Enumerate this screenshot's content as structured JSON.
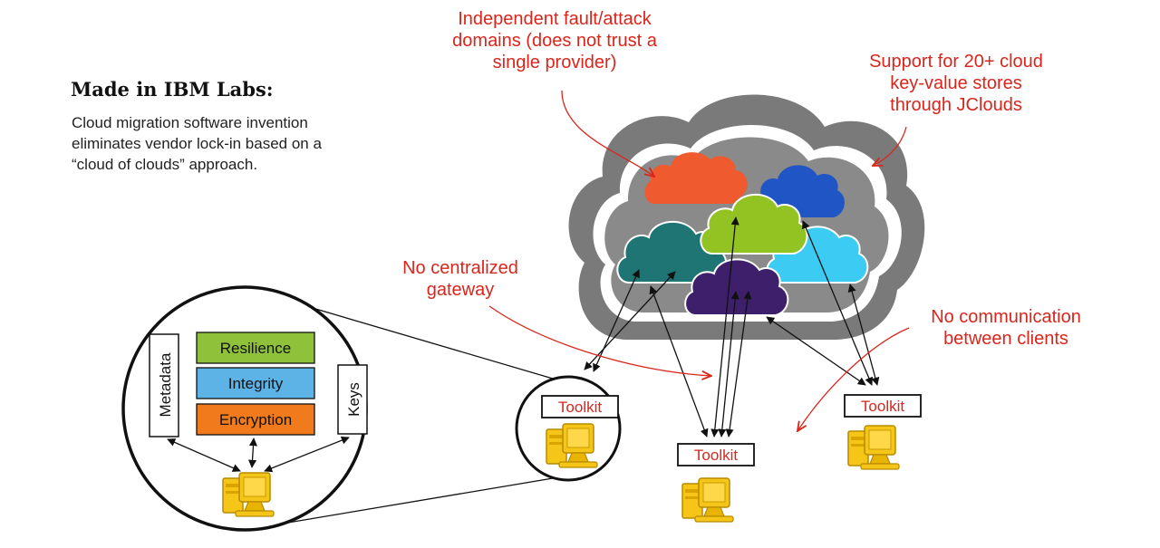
{
  "intro": {
    "heading": "Made in IBM Labs:",
    "lines": [
      "Cloud migration software invention",
      "eliminates vendor lock-in based on a",
      "“cloud of clouds” approach."
    ]
  },
  "annotations": {
    "fault_domains": [
      "Independent fault/attack",
      "domains (does not trust a",
      "single provider)"
    ],
    "cloud_support": [
      "Support for 20+ cloud",
      "key-value stores",
      "through JClouds"
    ],
    "no_gateway": [
      "No centralized",
      "gateway"
    ],
    "no_communication": [
      "No communication",
      "between clients"
    ]
  },
  "toolkit": {
    "client_label": "Toolkit",
    "layers": [
      "Resilience",
      "Integrity",
      "Encryption"
    ],
    "side_labels": {
      "left": "Metadata",
      "right": "Keys"
    }
  },
  "colors": {
    "annotation_red": "#d9261c",
    "cloud_orange": "#ef5a2e",
    "cloud_blue": "#1f55c4",
    "cloud_lime": "#93c223",
    "cloud_teal": "#1e7574",
    "cloud_sky": "#3ccbf2",
    "cloud_purple": "#3e1f6b",
    "outer_cloud_gray": "#777777",
    "layer_resilience": "#8fc23a",
    "layer_integrity": "#5db3e6",
    "layer_encryption": "#f07a1c",
    "computer_yellow": "#f5c518"
  },
  "icons": [
    "cloud-icon",
    "computer-icon",
    "arrow-icon"
  ]
}
